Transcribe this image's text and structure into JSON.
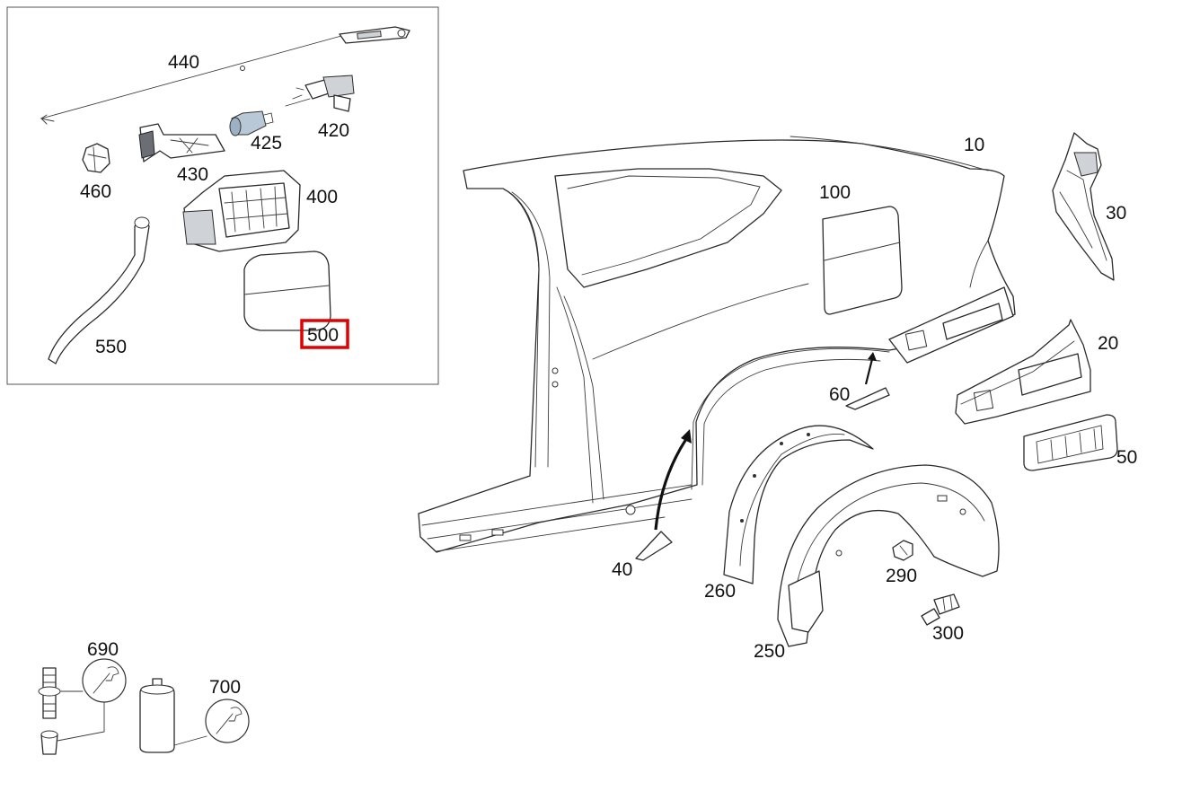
{
  "diagram": {
    "callouts": {
      "p440": "440",
      "p420": "420",
      "p425": "425",
      "p430": "430",
      "p460": "460",
      "p400": "400",
      "p500": "500",
      "p550": "550",
      "p10": "10",
      "p100": "100",
      "p30": "30",
      "p20": "20",
      "p60": "60",
      "p50": "50",
      "p40": "40",
      "p260": "260",
      "p290": "290",
      "p300": "300",
      "p250": "250",
      "p690": "690",
      "p700": "700"
    },
    "highlighted_part": "500",
    "colors": {
      "highlight": "#e00000",
      "line": "#2a2a2a",
      "background": "#ffffff"
    }
  }
}
